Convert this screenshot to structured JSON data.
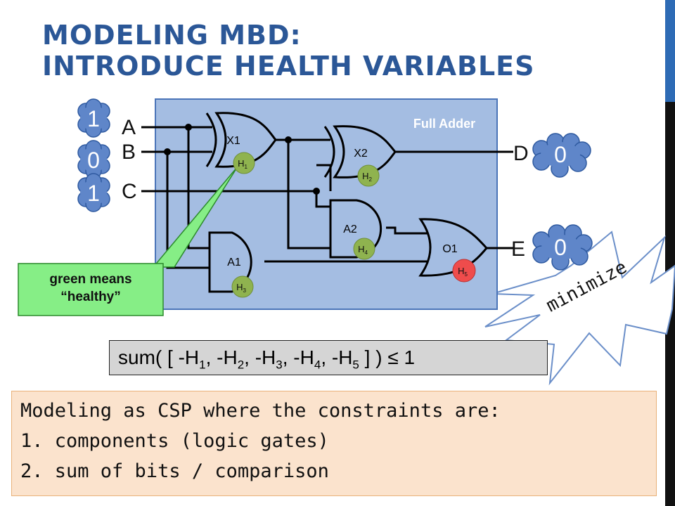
{
  "title": {
    "line1": "MODELING MBD:",
    "line2": "INTRODUCE HEALTH VARIABLES"
  },
  "diagram": {
    "box_label": "Full Adder",
    "inputs": [
      {
        "name": "A",
        "value": "1"
      },
      {
        "name": "B",
        "value": "0"
      },
      {
        "name": "C",
        "value": "1"
      }
    ],
    "outputs": [
      {
        "name": "D",
        "value": "0"
      },
      {
        "name": "E",
        "value": "0"
      }
    ],
    "gates": [
      {
        "name": "X1",
        "type": "xor",
        "health": "H",
        "health_index": "1",
        "status": "healthy"
      },
      {
        "name": "X2",
        "type": "xor",
        "health": "H",
        "health_index": "2",
        "status": "healthy"
      },
      {
        "name": "A1",
        "type": "and",
        "health": "H",
        "health_index": "3",
        "status": "healthy"
      },
      {
        "name": "A2",
        "type": "and",
        "health": "H",
        "health_index": "4",
        "status": "healthy"
      },
      {
        "name": "O1",
        "type": "or",
        "health": "H",
        "health_index": "5",
        "status": "faulty"
      }
    ],
    "colors": {
      "board": "#a4bde2",
      "healthy": "#8fb34f",
      "faulty": "#ef4c4c",
      "callout": "#86ee86",
      "cloud": "#5f86c9"
    }
  },
  "callout": {
    "line1": "green means",
    "line2": "“healthy”"
  },
  "constraint": {
    "prefix": "sum( [ ",
    "terms": [
      {
        "var": "-H",
        "sub": "1",
        "sep": ", "
      },
      {
        "var": "-H",
        "sub": "2",
        "sep": ", "
      },
      {
        "var": "-H",
        "sub": "3",
        "sep": ", "
      },
      {
        "var": "-H",
        "sub": "4",
        "sep": ", "
      },
      {
        "var": "-H",
        "sub": "5",
        "sep": ""
      }
    ],
    "suffix": " ] ) ≤ 1"
  },
  "starburst": {
    "label": "minimize"
  },
  "csp": {
    "intro": "Modeling as CSP where the constraints are:",
    "items": [
      "1. components (logic gates)",
      "2. sum of bits / comparison"
    ]
  }
}
